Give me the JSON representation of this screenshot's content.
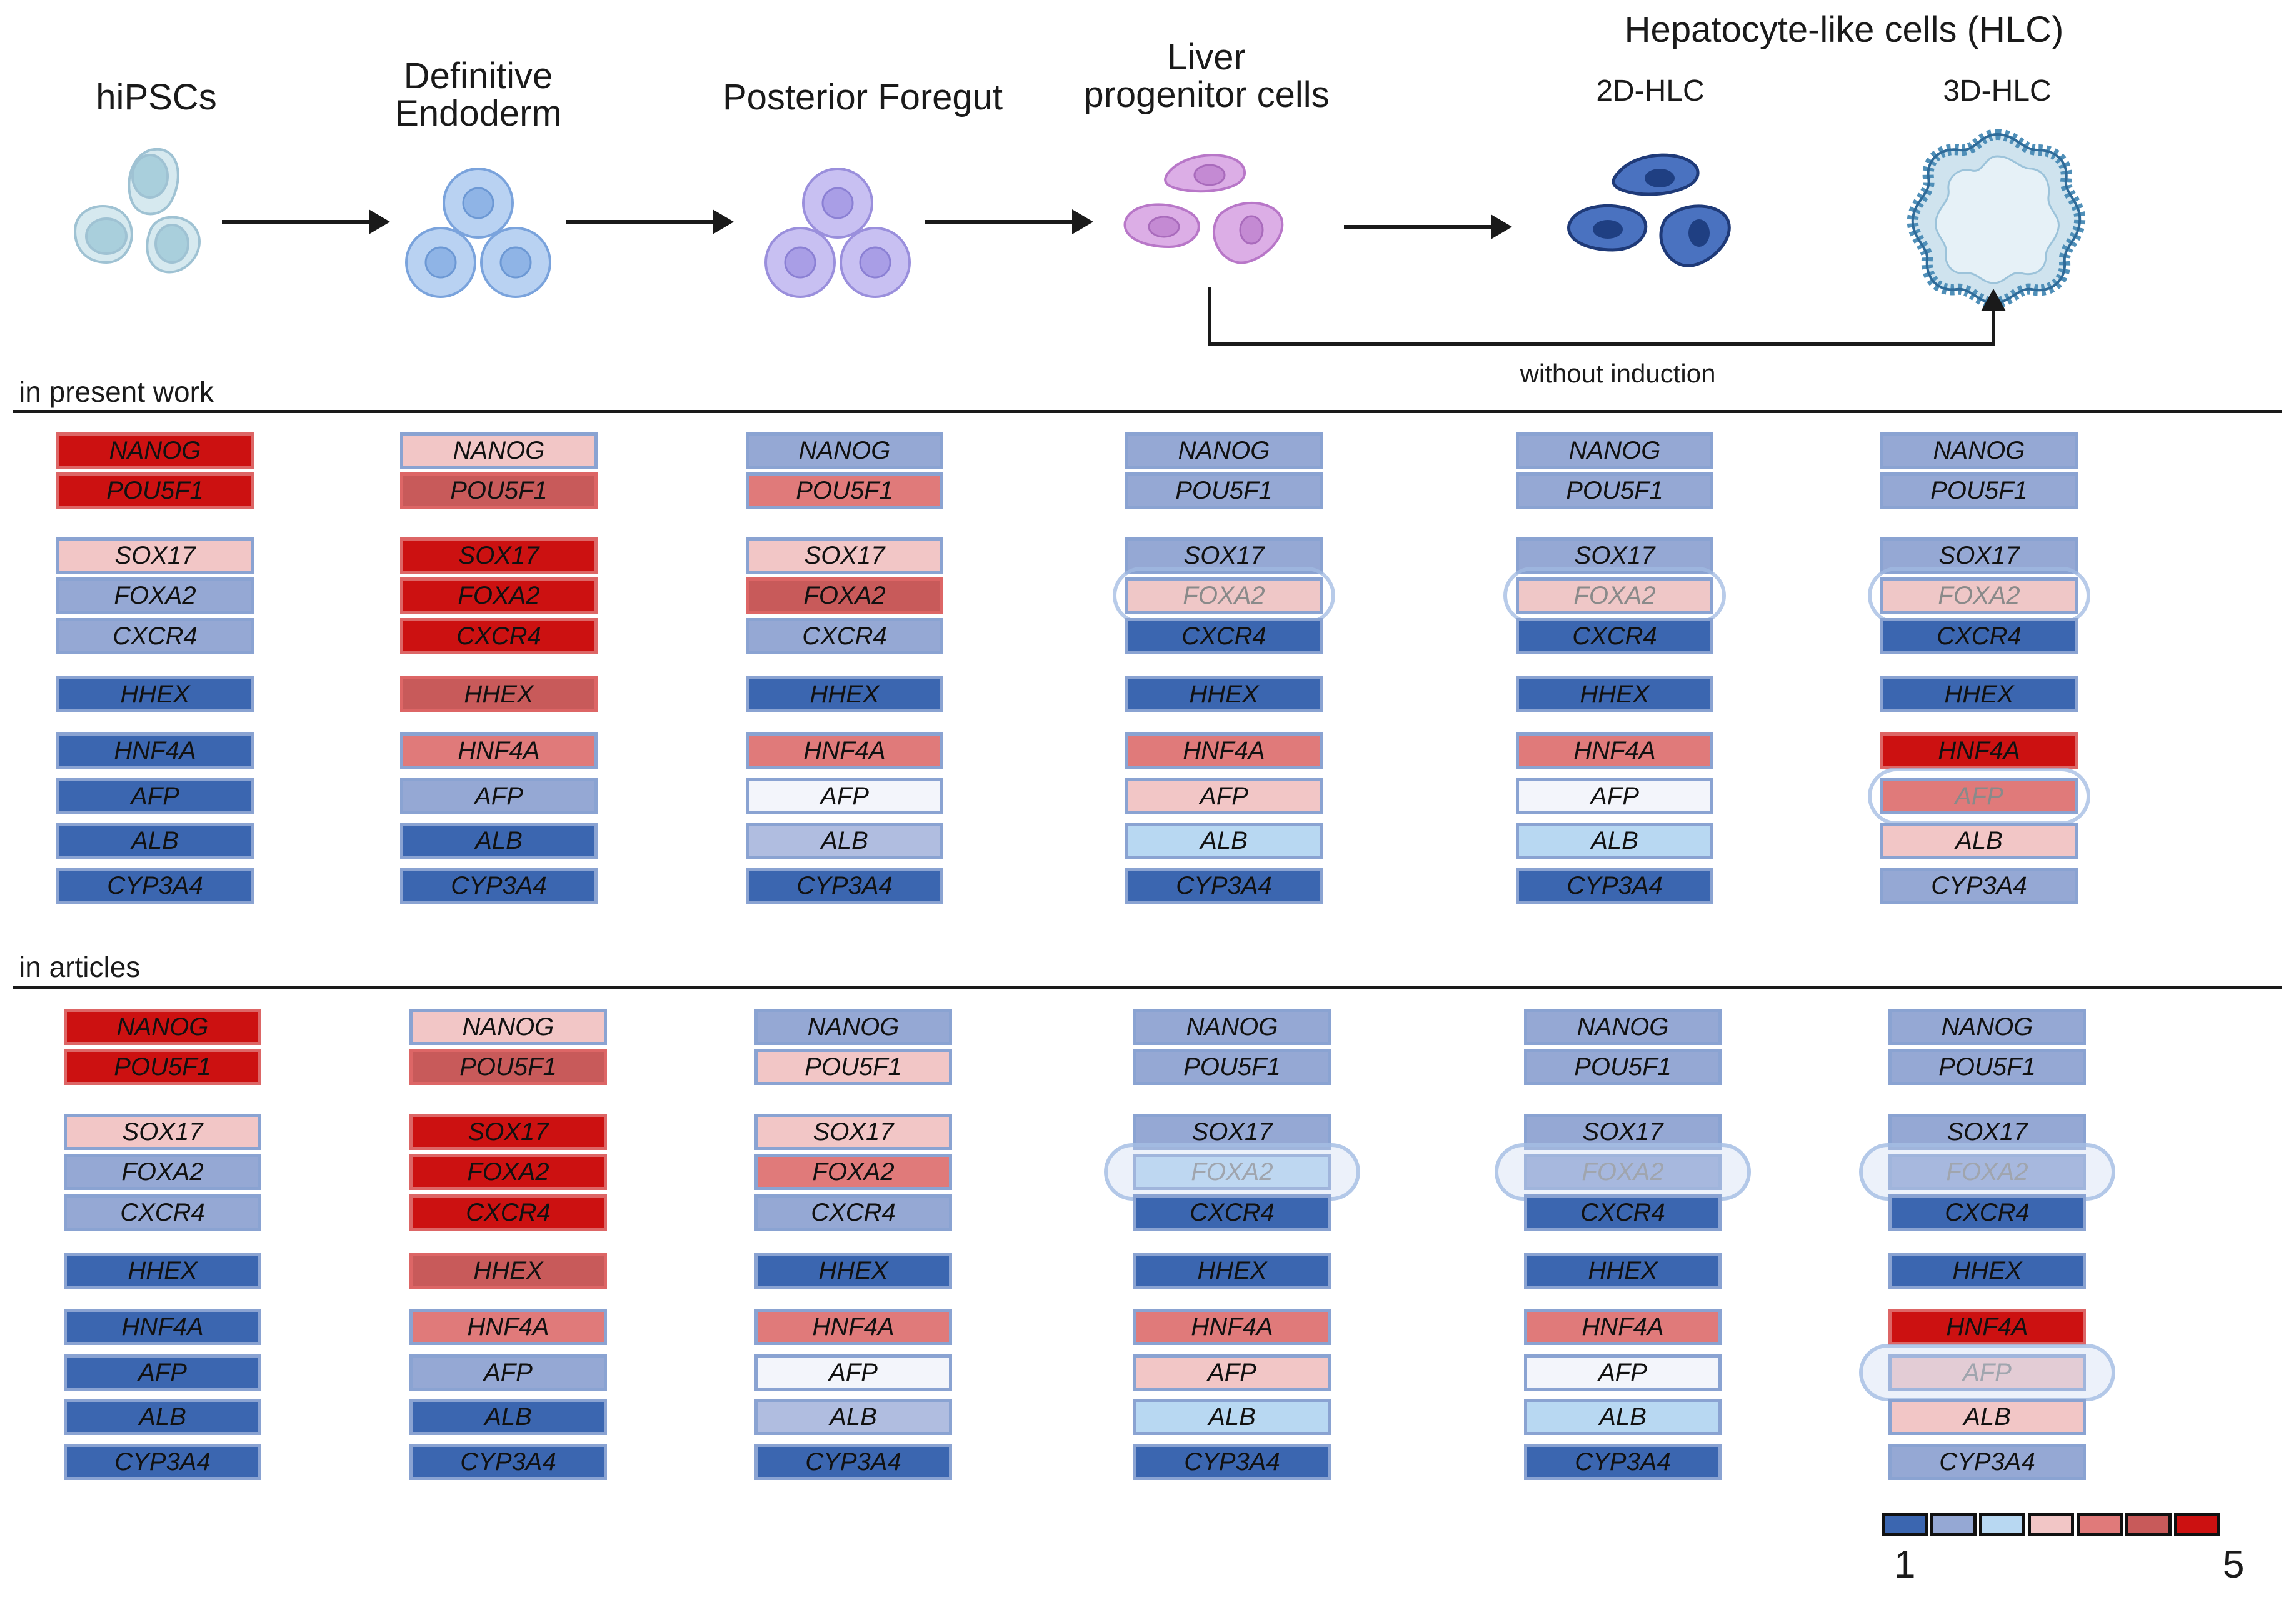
{
  "palette": {
    "1": "#3b66b0",
    "2": "#95a8d4",
    "3": "#b8d8f2",
    "4": "#f2c6c6",
    "5": "#e07a7a",
    "6": "#c85a5a",
    "7": "#cc1111",
    "w": "#f3f5fb",
    "l": "#b0bde0",
    "p": "#efc7c7"
  },
  "header": {
    "stages": [
      {
        "label": "hiPSCs"
      },
      {
        "label": "Definitive\nEndoderm"
      },
      {
        "label": "Posterior Foregut"
      },
      {
        "label": "Liver\nprogenitor cells"
      }
    ],
    "hlc_title": "Hepatocyte-like cells (HLC)",
    "hlc_2d": "2D-HLC",
    "hlc_3d": "3D-HLC",
    "without_induction": "without induction"
  },
  "sections": [
    {
      "label": "in present work",
      "columns": [
        [
          {
            "g": "NANOG",
            "c": "7"
          },
          {
            "g": "POU5F1",
            "c": "7"
          },
          {
            "g": "SOX17",
            "c": "4"
          },
          {
            "g": "FOXA2",
            "c": "2"
          },
          {
            "g": "CXCR4",
            "c": "2"
          },
          {
            "g": "HHEX",
            "c": "1"
          },
          {
            "g": "HNF4A",
            "c": "1"
          },
          {
            "g": "AFP",
            "c": "1"
          },
          {
            "g": "ALB",
            "c": "1"
          },
          {
            "g": "CYP3A4",
            "c": "1"
          }
        ],
        [
          {
            "g": "NANOG",
            "c": "4"
          },
          {
            "g": "POU5F1",
            "c": "6"
          },
          {
            "g": "SOX17",
            "c": "7"
          },
          {
            "g": "FOXA2",
            "c": "7"
          },
          {
            "g": "CXCR4",
            "c": "7"
          },
          {
            "g": "HHEX",
            "c": "6"
          },
          {
            "g": "HNF4A",
            "c": "5"
          },
          {
            "g": "AFP",
            "c": "2"
          },
          {
            "g": "ALB",
            "c": "1"
          },
          {
            "g": "CYP3A4",
            "c": "1"
          }
        ],
        [
          {
            "g": "NANOG",
            "c": "2"
          },
          {
            "g": "POU5F1",
            "c": "5"
          },
          {
            "g": "SOX17",
            "c": "4"
          },
          {
            "g": "FOXA2",
            "c": "6"
          },
          {
            "g": "CXCR4",
            "c": "2"
          },
          {
            "g": "HHEX",
            "c": "1"
          },
          {
            "g": "HNF4A",
            "c": "5"
          },
          {
            "g": "AFP",
            "c": "w"
          },
          {
            "g": "ALB",
            "c": "l"
          },
          {
            "g": "CYP3A4",
            "c": "1"
          }
        ],
        [
          {
            "g": "NANOG",
            "c": "2"
          },
          {
            "g": "POU5F1",
            "c": "2"
          },
          {
            "g": "SOX17",
            "c": "2"
          },
          {
            "g": "FOXA2",
            "c": "p",
            "pale": true
          },
          {
            "g": "CXCR4",
            "c": "1"
          },
          {
            "g": "HHEX",
            "c": "1"
          },
          {
            "g": "HNF4A",
            "c": "5"
          },
          {
            "g": "AFP",
            "c": "4"
          },
          {
            "g": "ALB",
            "c": "3"
          },
          {
            "g": "CYP3A4",
            "c": "1"
          }
        ],
        [
          {
            "g": "NANOG",
            "c": "2"
          },
          {
            "g": "POU5F1",
            "c": "2"
          },
          {
            "g": "SOX17",
            "c": "2"
          },
          {
            "g": "FOXA2",
            "c": "p",
            "pale": true
          },
          {
            "g": "CXCR4",
            "c": "1"
          },
          {
            "g": "HHEX",
            "c": "1"
          },
          {
            "g": "HNF4A",
            "c": "5"
          },
          {
            "g": "AFP",
            "c": "w"
          },
          {
            "g": "ALB",
            "c": "3"
          },
          {
            "g": "CYP3A4",
            "c": "1"
          }
        ],
        [
          {
            "g": "NANOG",
            "c": "2"
          },
          {
            "g": "POU5F1",
            "c": "2"
          },
          {
            "g": "SOX17",
            "c": "2"
          },
          {
            "g": "FOXA2",
            "c": "p",
            "pale": true
          },
          {
            "g": "CXCR4",
            "c": "1"
          },
          {
            "g": "HHEX",
            "c": "1"
          },
          {
            "g": "HNF4A",
            "c": "7"
          },
          {
            "g": "AFP",
            "c": "5",
            "pale": true
          },
          {
            "g": "ALB",
            "c": "4"
          },
          {
            "g": "CYP3A4",
            "c": "2"
          }
        ]
      ]
    },
    {
      "label": "in articles",
      "columns": [
        [
          {
            "g": "NANOG",
            "c": "7"
          },
          {
            "g": "POU5F1",
            "c": "7"
          },
          {
            "g": "SOX17",
            "c": "4"
          },
          {
            "g": "FOXA2",
            "c": "2"
          },
          {
            "g": "CXCR4",
            "c": "2"
          },
          {
            "g": "HHEX",
            "c": "1"
          },
          {
            "g": "HNF4A",
            "c": "1"
          },
          {
            "g": "AFP",
            "c": "1"
          },
          {
            "g": "ALB",
            "c": "1"
          },
          {
            "g": "CYP3A4",
            "c": "1"
          }
        ],
        [
          {
            "g": "NANOG",
            "c": "4"
          },
          {
            "g": "POU5F1",
            "c": "6"
          },
          {
            "g": "SOX17",
            "c": "7"
          },
          {
            "g": "FOXA2",
            "c": "7"
          },
          {
            "g": "CXCR4",
            "c": "7"
          },
          {
            "g": "HHEX",
            "c": "6"
          },
          {
            "g": "HNF4A",
            "c": "5"
          },
          {
            "g": "AFP",
            "c": "2"
          },
          {
            "g": "ALB",
            "c": "1"
          },
          {
            "g": "CYP3A4",
            "c": "1"
          }
        ],
        [
          {
            "g": "NANOG",
            "c": "2"
          },
          {
            "g": "POU5F1",
            "c": "4"
          },
          {
            "g": "SOX17",
            "c": "4"
          },
          {
            "g": "FOXA2",
            "c": "5"
          },
          {
            "g": "CXCR4",
            "c": "2"
          },
          {
            "g": "HHEX",
            "c": "1"
          },
          {
            "g": "HNF4A",
            "c": "5"
          },
          {
            "g": "AFP",
            "c": "w"
          },
          {
            "g": "ALB",
            "c": "l"
          },
          {
            "g": "CYP3A4",
            "c": "1"
          }
        ],
        [
          {
            "g": "NANOG",
            "c": "2"
          },
          {
            "g": "POU5F1",
            "c": "2"
          },
          {
            "g": "SOX17",
            "c": "2"
          },
          {
            "g": "FOXA2",
            "c": "3",
            "pale": true
          },
          {
            "g": "CXCR4",
            "c": "1"
          },
          {
            "g": "HHEX",
            "c": "1"
          },
          {
            "g": "HNF4A",
            "c": "5"
          },
          {
            "g": "AFP",
            "c": "4"
          },
          {
            "g": "ALB",
            "c": "3"
          },
          {
            "g": "CYP3A4",
            "c": "1"
          }
        ],
        [
          {
            "g": "NANOG",
            "c": "2"
          },
          {
            "g": "POU5F1",
            "c": "2"
          },
          {
            "g": "SOX17",
            "c": "2"
          },
          {
            "g": "FOXA2",
            "c": "2",
            "pale": true
          },
          {
            "g": "CXCR4",
            "c": "1"
          },
          {
            "g": "HHEX",
            "c": "1"
          },
          {
            "g": "HNF4A",
            "c": "5"
          },
          {
            "g": "AFP",
            "c": "w"
          },
          {
            "g": "ALB",
            "c": "3"
          },
          {
            "g": "CYP3A4",
            "c": "1"
          }
        ],
        [
          {
            "g": "NANOG",
            "c": "2"
          },
          {
            "g": "POU5F1",
            "c": "2"
          },
          {
            "g": "SOX17",
            "c": "2"
          },
          {
            "g": "FOXA2",
            "c": "2",
            "pale": true
          },
          {
            "g": "CXCR4",
            "c": "1"
          },
          {
            "g": "HHEX",
            "c": "1"
          },
          {
            "g": "HNF4A",
            "c": "7"
          },
          {
            "g": "AFP",
            "c": "4",
            "pale": true
          },
          {
            "g": "ALB",
            "c": "4"
          },
          {
            "g": "CYP3A4",
            "c": "2"
          }
        ]
      ]
    }
  ],
  "legend": {
    "colors": [
      "#3b66b0",
      "#95a8d4",
      "#b8d8f2",
      "#f2c6c6",
      "#e07a7a",
      "#c85a5a",
      "#cc1111"
    ],
    "min_label": "1",
    "max_label": "5"
  }
}
